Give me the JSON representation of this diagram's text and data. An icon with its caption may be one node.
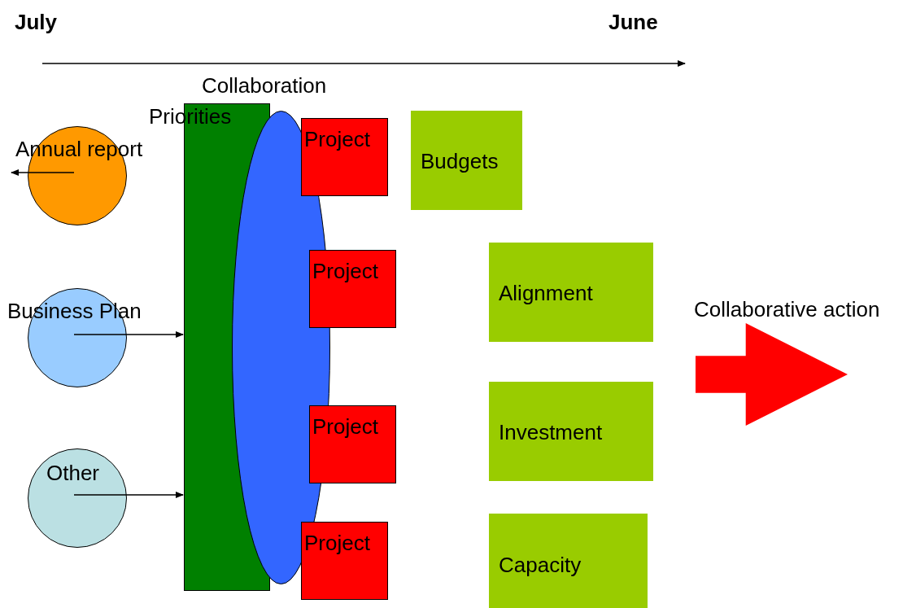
{
  "diagram": {
    "nodes": [
      {
        "text": [
          "Annual report"
        ]
      },
      {
        "text": [
          "Business Plan"
        ]
      },
      {
        "text": [
          "Other"
        ]
      },
      {
        "text": [
          "Priorities"
        ]
      },
      {
        "text": [
          "Collaboration"
        ]
      },
      {
        "text": [
          "Project"
        ]
      },
      {
        "text": [
          "Project"
        ]
      },
      {
        "text": [
          "Project"
        ]
      },
      {
        "text": [
          "Project"
        ]
      },
      {
        "text": [
          "Budgets"
        ]
      },
      {
        "text": [
          "Alignment"
        ]
      },
      {
        "text": [
          "Investment"
        ]
      },
      {
        "text": [
          "Capacity"
        ]
      },
      {
        "text": [
          "Collaborative action"
        ]
      }
    ],
    "edges": [
      {
        "from": 0,
        "to": null,
        "arrow": "to"
      },
      {
        "from": 1,
        "to": 3,
        "arrow": "to"
      },
      {
        "from": 2,
        "to": 3,
        "arrow": "to"
      }
    ],
    "labels": [
      "July",
      "June"
    ]
  }
}
